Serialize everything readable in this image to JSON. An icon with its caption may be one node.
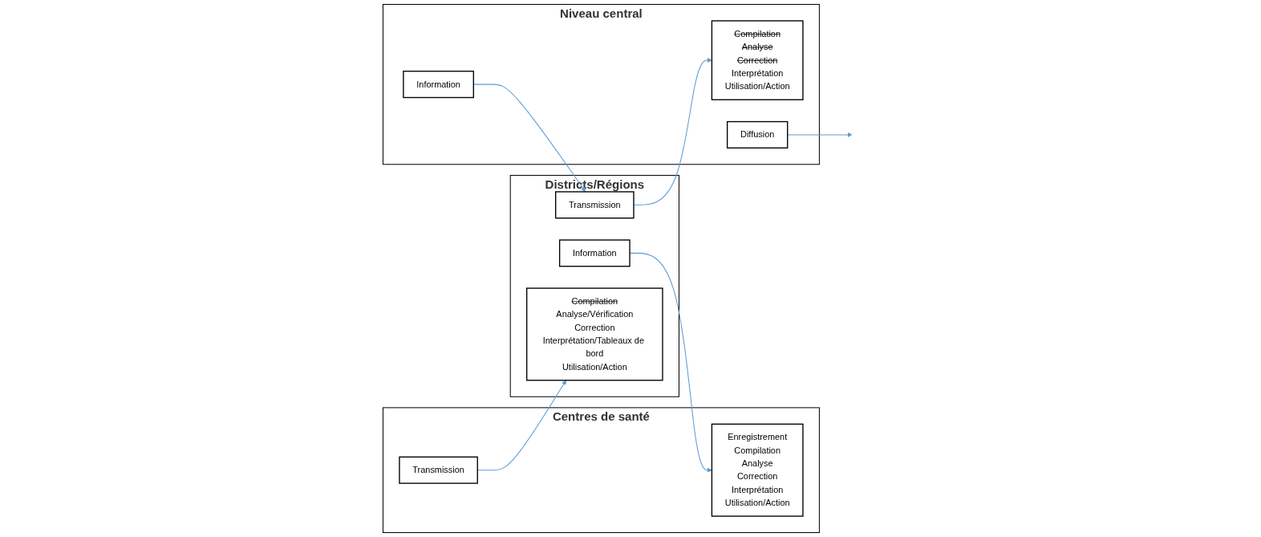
{
  "diagram": {
    "nodes": [
      {
        "text": [
          "Centres de santé"
        ]
      },
      {
        "text": [
          "Enregistrement",
          "Compilation",
          "Analyse",
          "Correction",
          "Interprétation",
          "Utilisation/Action"
        ],
        "in": 0
      },
      {
        "text": [
          "Transmission"
        ],
        "in": 0
      },
      {
        "text": [
          "Districts/Régions"
        ]
      },
      {
        "text": [
          "Compilation",
          "Analyse/Vérification",
          "Correction",
          "Interprétation/Tableaux de bord",
          "Utilisation/Action"
        ],
        "in": 3
      },
      {
        "text": [
          "Information"
        ],
        "in": 3
      },
      {
        "text": [
          "Transmission"
        ],
        "in": 3
      },
      {
        "text": [
          "Niveau central"
        ]
      },
      {
        "text": [
          "Compilation",
          "Analyse",
          "Correction",
          "Interprétation",
          "Utilisation/Action"
        ],
        "in": 7
      },
      {
        "text": [
          "Information"
        ],
        "in": 7
      },
      {
        "text": [
          "Diffusion"
        ],
        "in": 7
      }
    ],
    "edges": [
      {
        "from": 2,
        "to": 4,
        "arrow": "to"
      },
      {
        "from": 5,
        "to": 1,
        "arrow": "to"
      },
      {
        "from": 6,
        "to": 8,
        "arrow": "to"
      },
      {
        "from": 9,
        "to": 6,
        "arrow": "to"
      },
      {
        "from": 10,
        "to": null,
        "arrow": "to"
      }
    ]
  }
}
